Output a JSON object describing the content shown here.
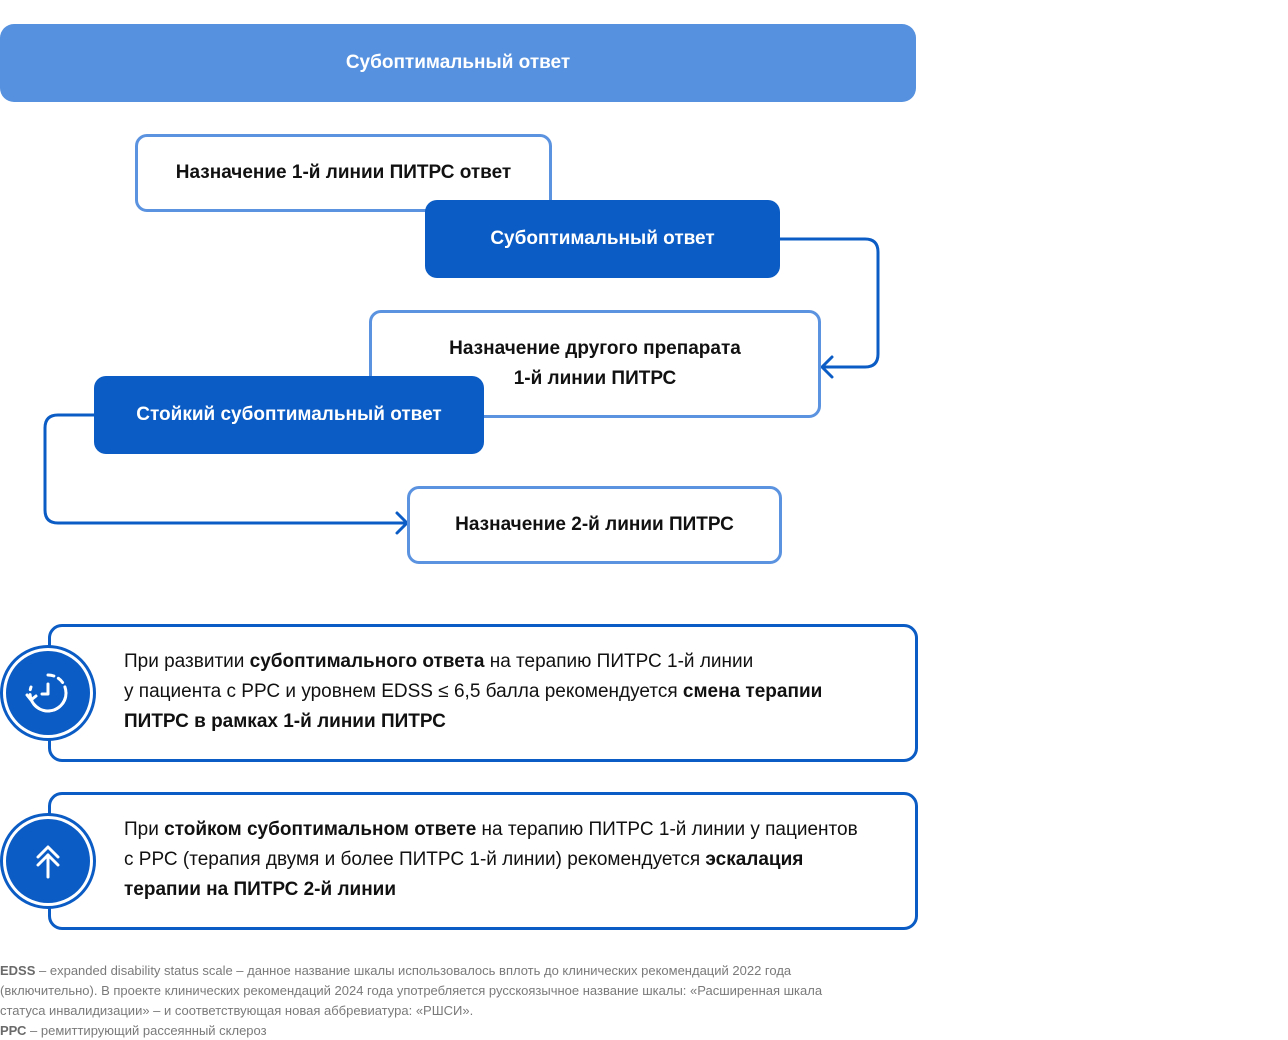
{
  "flow": {
    "header": "Субоптимальный ответ",
    "step1": "Назначение 1-й линии ПИТРС ответ",
    "step2": "Субоптимальный ответ",
    "step3_line1": "Назначение другого препарата",
    "step3_line2": "1-й линии ПИТРС",
    "step4": "Стойкий субоптимальный ответ",
    "step5": "Назначение 2-й линии ПИТРС"
  },
  "cards": [
    {
      "icon": "clock-cycle-icon",
      "parts": [
        {
          "text": "При развитии ",
          "bold": false
        },
        {
          "text": "субоптимального ответа",
          "bold": true
        },
        {
          "text": " на терапию ПИТРС 1-й линии",
          "bold": false
        },
        {
          "text": "у пациента с РРС и уровнем EDSS ≤ 6,5 балла рекомендуется ",
          "bold": false
        },
        {
          "text": "смена терапии",
          "bold": true
        },
        {
          "text": "ПИТРС в рамках 1-й линии ПИТРС",
          "bold": true
        }
      ]
    },
    {
      "icon": "arrow-up-icon",
      "parts": [
        {
          "text": "При ",
          "bold": false
        },
        {
          "text": "стойком субоптимальном ответе",
          "bold": true
        },
        {
          "text": " на терапию ПИТРС 1-й линии у пациентов",
          "bold": false
        },
        {
          "text": "с РРС (терапия двумя и более ПИТРС 1-й линии) рекомендуется ",
          "bold": false
        },
        {
          "text": "эскалация",
          "bold": true
        },
        {
          "text": "терапии на ПИТРС 2-й линии",
          "bold": true
        }
      ]
    }
  ],
  "footnotes": {
    "edss_term": "EDSS",
    "edss_line1": " – expanded disability status scale – данное название шкалы использовалось вплоть до клинических рекомендаций 2022 года",
    "edss_line2": "(включительно). В проекте клинических рекомендаций 2024 года употребляется русскоязычное название шкалы: «Расширенная шкала",
    "edss_line3": "статуса инвалидизации» – и соответствующая новая аббревиатура: «РШСИ».",
    "rrs_term": "РРС",
    "rrs_text": " – ремиттирующий рассеянный склероз"
  },
  "colors": {
    "header": "#5591df",
    "primary": "#0b5cc4",
    "outline": "#5b93e0",
    "footnote": "#7a7a7a"
  }
}
